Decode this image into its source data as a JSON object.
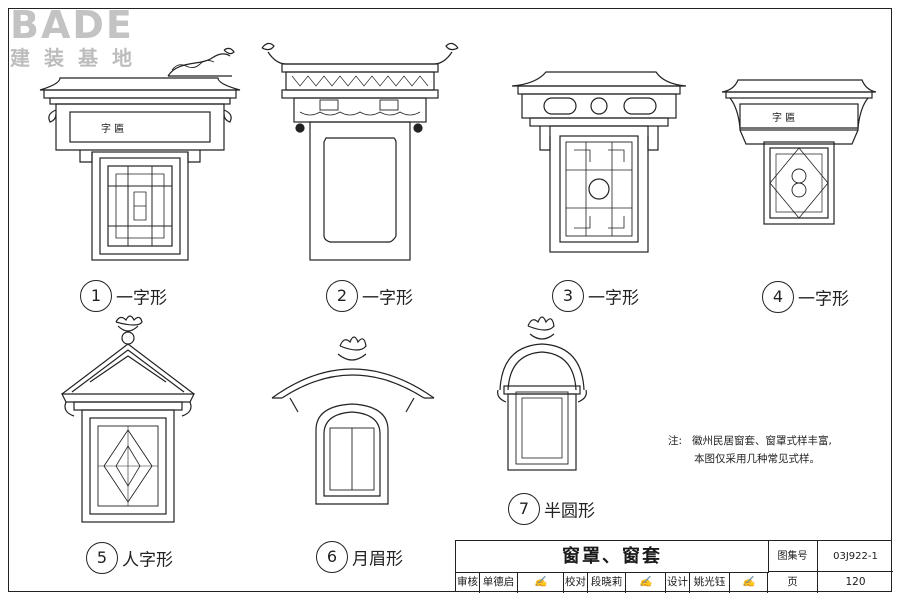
{
  "logo": {
    "main": "BADE",
    "sub": "建装基地"
  },
  "figures": [
    {
      "num": "1",
      "label": "一字形",
      "plaque": "字          匾"
    },
    {
      "num": "2",
      "label": "一字形"
    },
    {
      "num": "3",
      "label": "一字形"
    },
    {
      "num": "4",
      "label": "一字形",
      "plaque": "字          匾"
    },
    {
      "num": "5",
      "label": "人字形"
    },
    {
      "num": "6",
      "label": "月眉形"
    },
    {
      "num": "7",
      "label": "半圆形"
    }
  ],
  "note": {
    "prefix": "注:",
    "line1": "徽州民居窗套、窗罩式样丰富,",
    "line2": "本图仅采用几种常见式样。"
  },
  "title_block": {
    "title": "窗罩、窗套",
    "atlas_label": "图集号",
    "atlas_value": "03J922-1",
    "review_label": "审核",
    "reviewer": "单德启",
    "check_label": "校对",
    "checker": "段晓莉",
    "design_label": "设计",
    "designer": "姚光钰",
    "page_label": "页",
    "page_value": "120"
  }
}
